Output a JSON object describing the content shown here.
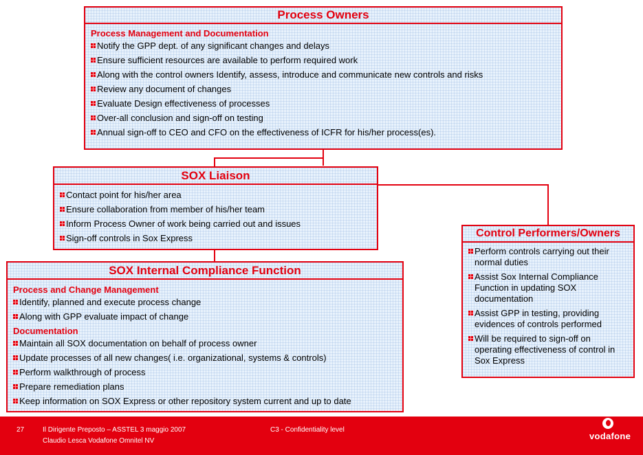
{
  "process_owners": {
    "title": "Process Owners",
    "subtitle": "Process Management and Documentation",
    "items": [
      "Notify the GPP dept. of any significant changes and delays",
      "Ensure sufficient resources are available to perform required work",
      " Along with the control owners Identify, assess, introduce and communicate new controls and risks",
      " Review any document of changes",
      "Evaluate Design effectiveness of processes",
      "Over-all conclusion and sign-off on testing",
      " Annual sign-off to CEO and CFO on the effectiveness of ICFR for his/her process(es)."
    ]
  },
  "sox_liaison": {
    "title": "SOX Liaison",
    "items": [
      "Contact point for his/her area",
      "Ensure collaboration from member of his/her team",
      "Inform Process Owner of work being carried out and issues",
      "Sign-off controls in Sox Express"
    ]
  },
  "sox_compliance": {
    "title": "SOX Internal Compliance Function",
    "sections": [
      {
        "heading": "Process and Change Management",
        "items": [
          "Identify, planned and execute process change",
          "Along with GPP evaluate impact of change"
        ]
      },
      {
        "heading": "Documentation",
        "items": [
          "Maintain all SOX documentation on behalf of process owner",
          "Update processes of all new changes( i.e. organizational, systems & controls)",
          "Perform walkthrough of process",
          "Prepare remediation plans",
          "Keep information on SOX Express or other repository system current and up to date"
        ]
      }
    ]
  },
  "control_performers": {
    "title": "Control Performers/Owners",
    "items": [
      "Perform controls carrying out their normal duties",
      "Assist Sox Internal Compliance Function in updating SOX documentation",
      "Assist GPP in testing, providing evidences of controls performed",
      "Will be required to sign-off on operating effectiveness of control in Sox Express"
    ]
  },
  "footer": {
    "page_number": "27",
    "event": "Il Dirigente Preposto – ASSTEL 3 maggio 2007",
    "author": "Claudio Lesca Vodafone Omnitel NV",
    "confidentiality": "C3 - Confidentiality level",
    "logo_text": "vodafone"
  },
  "colors": {
    "accent": "#e3000f",
    "box_fill": "#e8f2fc"
  }
}
